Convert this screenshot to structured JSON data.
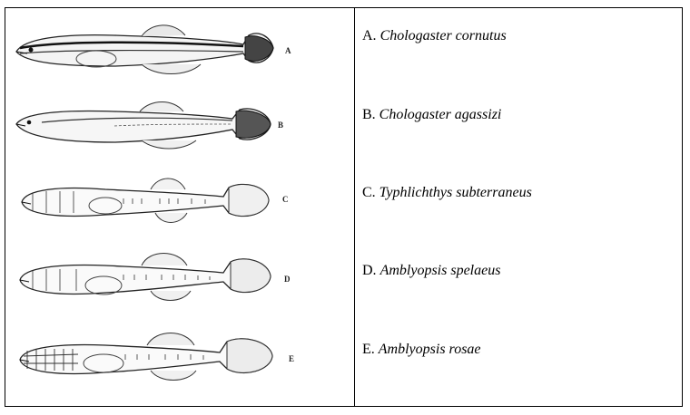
{
  "figure": {
    "rows": [
      {
        "letter": "A",
        "prefix": "A.",
        "name": "Chologaster cornutus",
        "style": "striped"
      },
      {
        "letter": "B",
        "prefix": "B.",
        "name": "Chologaster agassizi",
        "style": "pale-striped"
      },
      {
        "letter": "C",
        "prefix": "C.",
        "name": "Typhlichthys subterraneus",
        "style": "cave"
      },
      {
        "letter": "D",
        "prefix": "D.",
        "name": "Amblyopsis spelaeus",
        "style": "cave"
      },
      {
        "letter": "E",
        "prefix": "E.",
        "name": "Amblyopsis rosae",
        "style": "cave-reticulate"
      }
    ]
  }
}
